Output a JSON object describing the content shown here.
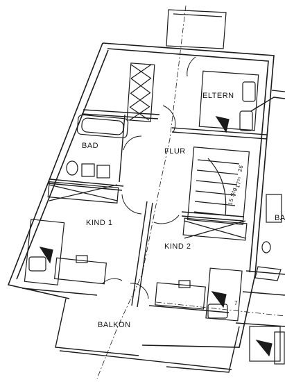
{
  "rooms": {
    "eltern": "ELTERN",
    "bad": "BAD",
    "flur": "FLUR",
    "kind1": "KIND 1",
    "kind2": "KIND 2",
    "balkon": "BALKON",
    "bad_right": "BA"
  },
  "stairs": {
    "steps": "15 Stg",
    "rise": "17²⁵",
    "run": "26"
  },
  "dimension": "7",
  "colors": {
    "line": "#1a1a1a",
    "paper": "#ffffff"
  }
}
